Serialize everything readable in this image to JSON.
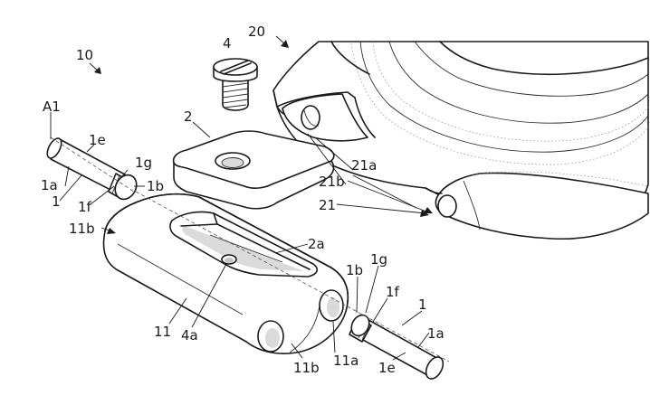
{
  "figure": {
    "labels": {
      "ref_10": "10",
      "ref_20": "20",
      "ref_4": "4",
      "ref_2": "2",
      "ref_a1": "A1",
      "ref_1e_left": "1e",
      "ref_1g_left": "1g",
      "ref_1a_left": "1a",
      "ref_1b_left": "1b",
      "ref_1_left": "1",
      "ref_1f_left": "1f",
      "ref_11b_top": "11b",
      "ref_2a": "2a",
      "ref_21a": "21a",
      "ref_21b": "21b",
      "ref_21": "21",
      "ref_11": "11",
      "ref_4a": "4a",
      "ref_11b_bottom": "11b",
      "ref_11a": "11a",
      "ref_1b_right": "1b",
      "ref_1g_right": "1g",
      "ref_1f_right": "1f",
      "ref_1_right": "1",
      "ref_1a_right": "1a",
      "ref_1e_right": "1e"
    }
  }
}
